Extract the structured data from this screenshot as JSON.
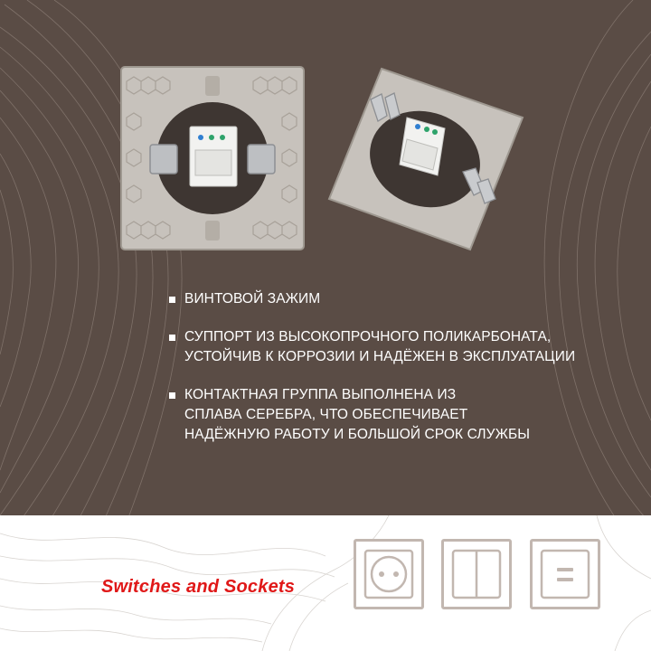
{
  "features": [
    {
      "lines": [
        "ВИНТОВОЙ ЗАЖИМ"
      ]
    },
    {
      "lines": [
        "СУППОРТ ИЗ ВЫСОКОПРОЧНОГО ПОЛИКАРБОНАТА,",
        "УСТОЙЧИВ К КОРРОЗИИ И НАДЁЖЕН В ЭКСПЛУАТАЦИИ"
      ]
    },
    {
      "lines": [
        "КОНТАКТНАЯ ГРУППА ВЫПОЛНЕНА ИЗ",
        "СПЛАВА СЕРЕБРА, ЧТО ОБЕСПЕЧИВАЕТ",
        "НАДЁЖНУЮ РАБОТУ И БОЛЬШОЙ СРОК СЛУЖБЫ"
      ]
    }
  ],
  "footer": {
    "brand": "Switches and Sockets",
    "icons": [
      "socket-icon",
      "double-switch-icon",
      "usb-socket-icon"
    ]
  },
  "colors": {
    "background": "#5a4c45",
    "footer_background": "#ffffff",
    "brand_text": "#e01818",
    "icon_frame": "#c2b7b0",
    "bullet_text": "#ffffff"
  }
}
